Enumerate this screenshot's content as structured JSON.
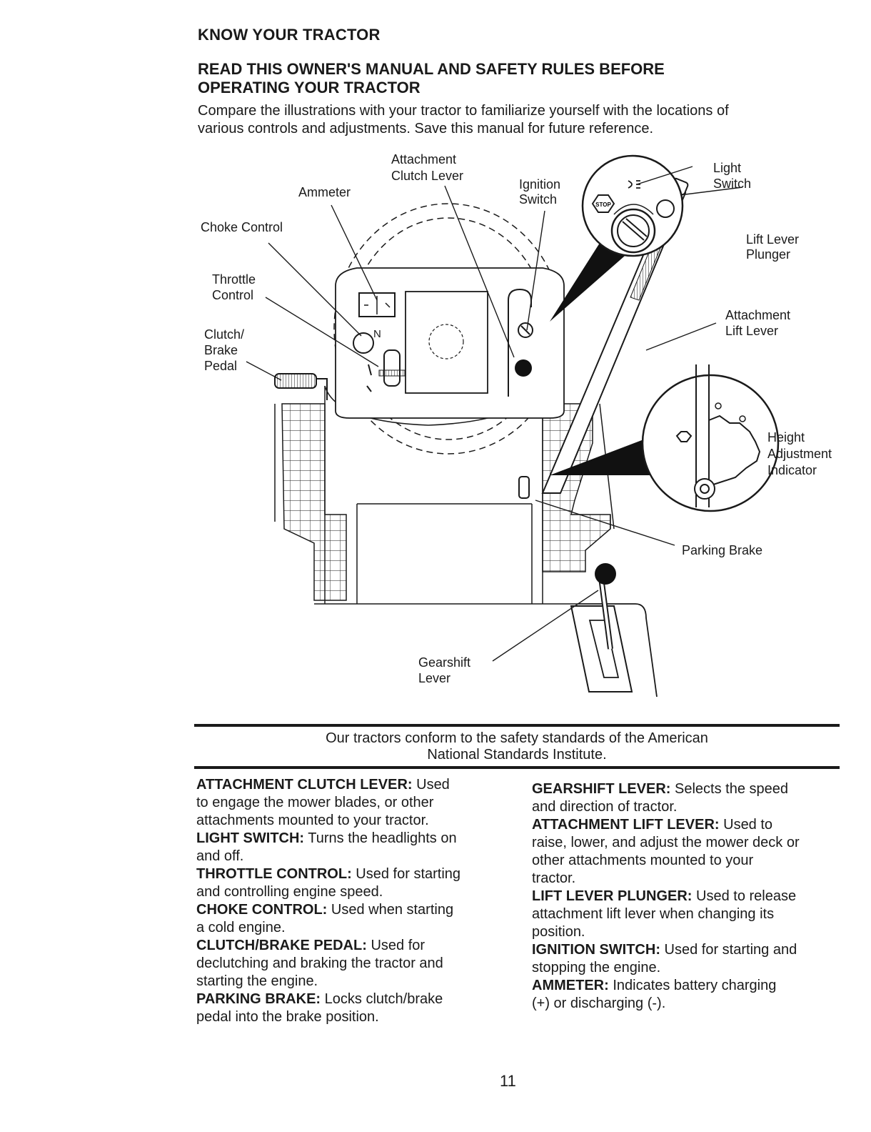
{
  "header": {
    "title": "KNOW YOUR TRACTOR",
    "subtitle_line1": "READ THIS OWNER'S MANUAL AND SAFETY RULES BEFORE",
    "subtitle_line2": "OPERATING YOUR TRACTOR",
    "intro_line1": "Compare the illustrations with your tractor to familiarize yourself with the locations of",
    "intro_line2": "various controls and adjustments. Save this manual for future reference."
  },
  "diagram": {
    "labels": {
      "attachment_clutch_1": "Attachment",
      "attachment_clutch_2": "Clutch Lever",
      "ammeter": "Ammeter",
      "ignition_1": "Ignition",
      "ignition_2": "Switch",
      "light_1": "Light",
      "light_2": "Switch",
      "choke": "Choke Control",
      "plunger_1": "Lift Lever",
      "plunger_2": "Plunger",
      "throttle_1": "Throttle",
      "throttle_2": "Control",
      "lift_1": "Attachment",
      "lift_2": "Lift Lever",
      "clutch_1": "Clutch/",
      "clutch_2": "Brake",
      "clutch_3": "Pedal",
      "height_1": "Height",
      "height_2": "Adjustment",
      "height_3": "Indicator",
      "parking": "Parking Brake",
      "gearshift_1": "Gearshift",
      "gearshift_2": "Lever",
      "stop_text": "STOP",
      "n_mark": "N"
    }
  },
  "notice": {
    "line1": "Our tractors conform to the safety standards of the American",
    "line2": "National Standards Institute."
  },
  "left_col": {
    "attach_clutch_term": "ATTACHMENT CLUTCH LEVER:",
    "attach_clutch_l1": " Used",
    "attach_clutch_l2": "to engage the mower blades, or other",
    "attach_clutch_l3": "attachments mounted to your tractor.",
    "light_term": "LIGHT SWITCH:",
    "light_l1": " Turns the headlights on",
    "light_l2": "and off.",
    "throttle_term": "THROTTLE CONTROL:",
    "throttle_l1": " Used for starting",
    "throttle_l2": "and controlling engine speed.",
    "choke_term": "CHOKE CONTROL:",
    "choke_l1": " Used when starting",
    "choke_l2": "a cold engine.",
    "clutch_term": "CLUTCH/BRAKE PEDAL:",
    "clutch_l1": " Used for",
    "clutch_l2": "declutching and braking the tractor and",
    "clutch_l3": "starting the engine.",
    "parking_term": "PARKING BRAKE:",
    "parking_l1": " Locks clutch/brake",
    "parking_l2": "pedal into the brake position."
  },
  "right_col": {
    "gear_term": "GEARSHIFT LEVER:",
    "gear_l1": " Selects the speed",
    "gear_l2": "and direction of tractor.",
    "lift_term": "ATTACHMENT LIFT LEVER:",
    "lift_l1": " Used to",
    "lift_l2": "raise, lower, and adjust the mower deck or",
    "lift_l3": "other attachments mounted to your",
    "lift_l4": "tractor.",
    "plunger_term": "LIFT LEVER PLUNGER:",
    "plunger_l1": " Used to release",
    "plunger_l2": "attachment lift lever when changing its",
    "plunger_l3": "position.",
    "ignition_term": "IGNITION SWITCH:",
    "ignition_l1": " Used for starting and",
    "ignition_l2": "stopping the engine.",
    "ammeter_term": "AMMETER:",
    "ammeter_l1": " Indicates battery charging",
    "ammeter_l2": "(+) or discharging (-)."
  },
  "footer": {
    "page_number": "11"
  }
}
